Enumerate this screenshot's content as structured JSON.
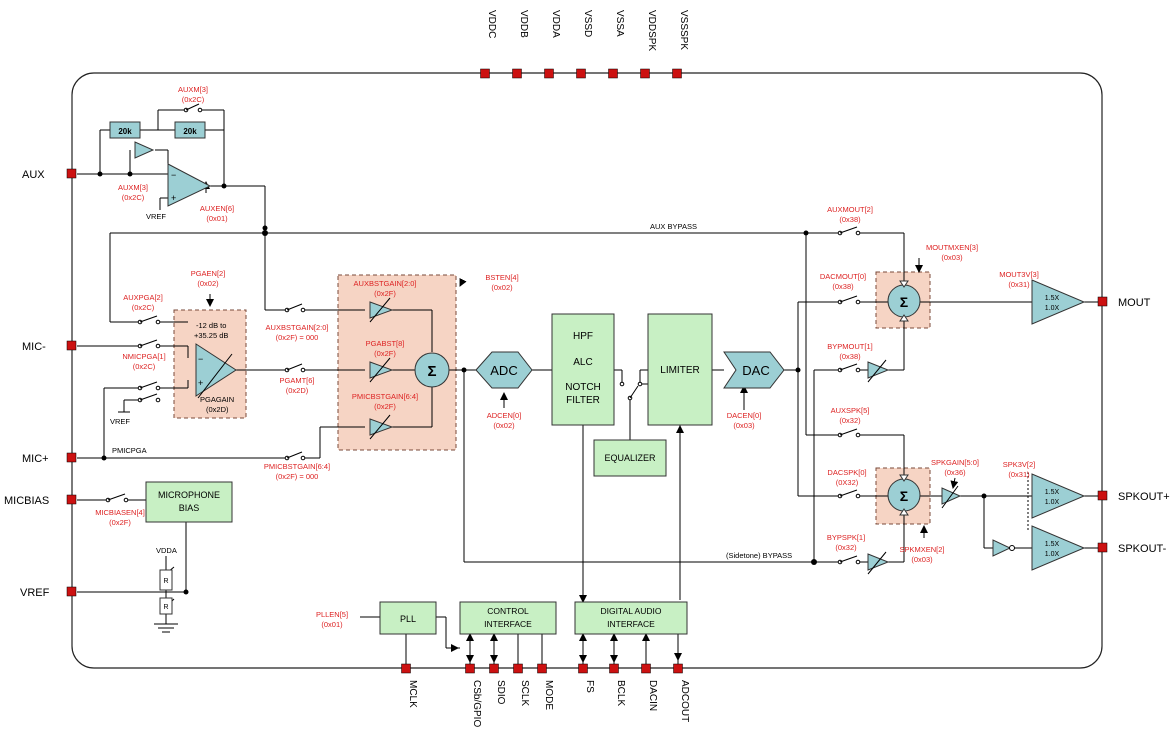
{
  "colors": {
    "red": "#dd2222",
    "line": "#000000",
    "pin": "#cc1111",
    "green_fill": "#c8f0c4",
    "green_stroke": "#333333",
    "teal_fill": "#9ccfd4",
    "pink_fill": "#f6d4c4",
    "pink_stroke": "#7a4a3a"
  },
  "top_pins": [
    "VDDC",
    "VDDB",
    "VDDA",
    "VSSD",
    "VSSA",
    "VDDSPK",
    "VSSSPK"
  ],
  "bottom_pins": [
    "MCLK",
    "CSb/GPIO",
    "SDIO",
    "SCLK",
    "MODE",
    "FS",
    "BCLK",
    "DACIN",
    "ADCOUT"
  ],
  "left_pins": {
    "aux": "AUX",
    "mic_minus": "MIC-",
    "mic_plus": "MIC+",
    "micbias": "MICBIAS",
    "vref": "VREF"
  },
  "right_pins": {
    "mout": "MOUT",
    "spkout_plus": "SPKOUT+",
    "spkout_minus": "SPKOUT-"
  },
  "blocks": {
    "adc": "ADC",
    "dac": "DAC",
    "hpf": "HPF",
    "alc": "ALC",
    "notch": "NOTCH",
    "filter": "FILTER",
    "limiter": "LIMITER",
    "equalizer": "EQUALIZER",
    "micbias_l1": "MICROPHONE",
    "micbias_l2": "BIAS",
    "pll": "PLL",
    "ctrl_l1": "CONTROL",
    "ctrl_l2": "INTERFACE",
    "dai_l1": "DIGITAL AUDIO",
    "dai_l2": "INTERFACE",
    "r20k": "20k",
    "sigma": "Σ",
    "gain_15": "1.5X",
    "gain_10": "1.0X"
  },
  "black_labels": {
    "aux_bypass": "AUX BYPASS",
    "sidetone_bypass": "(Sidetone) BYPASS",
    "vref_aux": "VREF",
    "vref_mic": "VREF",
    "pgagain_range1": "-12 dB to",
    "pgagain_range2": "+35.25 dB",
    "pgagain_1": "PGAGAIN",
    "pgagain_2": "(0x2D)",
    "pmicpga": "PMICPGA",
    "vdda": "VDDA",
    "minus": "−",
    "plus": "+",
    "r": "R"
  },
  "reg_labels": {
    "auxm3_top": [
      "AUXM[3]",
      "(0x2C)"
    ],
    "auxm3_bot": [
      "AUXM[3]",
      "(0x2C)"
    ],
    "auxen": [
      "AUXEN[6]",
      "(0x01)"
    ],
    "pgaen": [
      "PGAEN[2]",
      "(0x02)"
    ],
    "auxpga": [
      "AUXPGA[2]",
      "(0x2C)"
    ],
    "nmicpga": [
      "NMICPGA[1]",
      "(0x2C)"
    ],
    "auxbstgain_sw": [
      "AUXBSTGAIN[2:0]",
      "(0x2F) = 000"
    ],
    "pgamt": [
      "PGAMT[6]",
      "(0x2D)"
    ],
    "pmicbstgain_sw": [
      "PMICBSTGAIN[6:4]",
      "(0x2F) = 000"
    ],
    "auxbstgain_amp": [
      "AUXBSTGAIN[2:0]",
      "(0x2F)"
    ],
    "pgabst": [
      "PGABST[8]",
      "(0x2F)"
    ],
    "pmicbstgain_amp": [
      "PMICBSTGAIN[6:4]",
      "(0x2F)"
    ],
    "bsten": [
      "BSTEN[4]",
      "(0x02)"
    ],
    "adcen": [
      "ADCEN[0]",
      "(0x02)"
    ],
    "dacen": [
      "DACEN[0]",
      "(0x03)"
    ],
    "micbiasen": [
      "MICBIASEN[4]",
      "(0x2F)"
    ],
    "pllen": [
      "PLLEN[5]",
      "(0x01)"
    ],
    "auxmout": [
      "AUXMOUT[2]",
      "(0x38)"
    ],
    "moutmxen": [
      "MOUTMXEN[3]",
      "(0x03)"
    ],
    "dacmout": [
      "DACMOUT[0]",
      "(0x38)"
    ],
    "mout3v": [
      "MOUT3V[3]",
      "(0x31)"
    ],
    "bypmout": [
      "BYPMOUT[1]",
      "(0x38)"
    ],
    "auxspk": [
      "AUXSPK[5]",
      "(0x32)"
    ],
    "dacspk": [
      "DACSPK[0]",
      "(0X32)"
    ],
    "spkgain": [
      "SPKGAIN[5:0]",
      "(0x36)"
    ],
    "spk3v": [
      "SPK3V[2]",
      "(0x31)"
    ],
    "bypspk": [
      "BYPSPK[1]",
      "(0x32)"
    ],
    "spkmxen": [
      "SPKMXEN[2]",
      "(0x03)"
    ]
  }
}
